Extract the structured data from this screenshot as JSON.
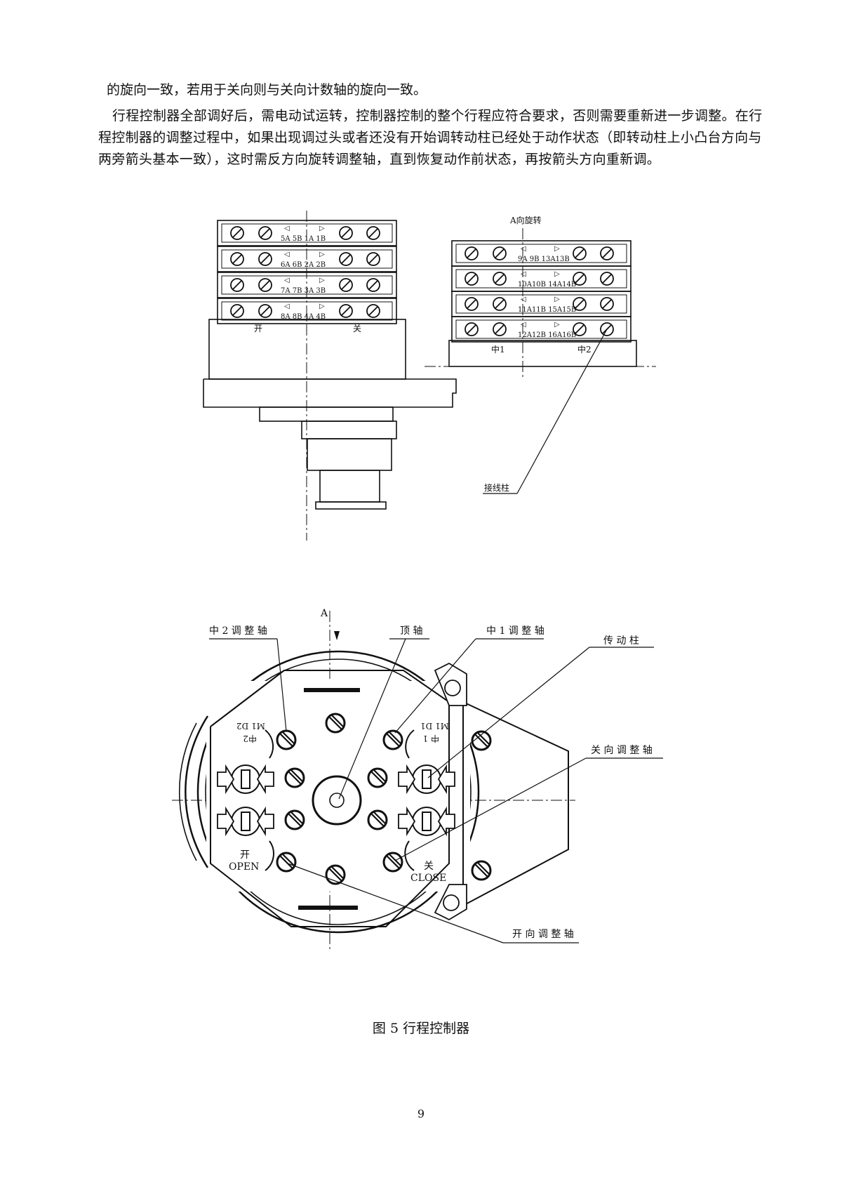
{
  "paragraphs": {
    "line1": "的旋向一致，若用于关向则与关向计数轴的旋向一致。",
    "para2": "行程控制器全部调好后，需电动试运转，控制器控制的整个行程应符合要求，否则需要重新进一步调整。在行程控制器的调整过程中，如果出现调过头或者还没有开始调转动柱已经处于动作状态（即转动柱上小凸台方向与两旁箭头基本一致），这时需反方向旋转调整轴，直到恢复动作前状态，再按箭头方向重新调。"
  },
  "figure_top": {
    "left_rows": [
      "5A 5B  1A 1B",
      "6A 6B  2A 2B",
      "7A 7B  3A 3B",
      "8A 8B  4A 4B"
    ],
    "left_base_labels": {
      "open": "开",
      "close": "关"
    },
    "right_title": "A向旋转",
    "right_rows": [
      "9A 9B  13A13B",
      "10A10B 14A14B",
      "11A11B 15A15B",
      "12A12B 16A16B"
    ],
    "right_base_labels": {
      "mid1": "中1",
      "mid2": "中2"
    },
    "terminal_label": "接线柱"
  },
  "figure_bottom": {
    "arrow_label": "A",
    "labels": {
      "mid2_shaft": "中 2 调 整 轴",
      "top_shaft": "顶 轴",
      "mid1_shaft": "中 1 调 整 轴",
      "drive_post": "传 动 柱",
      "close_shaft": "关 向 调 整 轴",
      "open_shaft": "开 向 调 整 轴"
    },
    "inner": {
      "m2_line1": "中2",
      "m2_line2": "M1 D2",
      "m1_line1": "中 1",
      "m1_line2": "M1 D1",
      "open_cn": "开",
      "open_en": "OPEN",
      "close_cn": "关",
      "close_en": "CLOSE"
    }
  },
  "caption": "图 5  行程控制器",
  "page_number": "9"
}
